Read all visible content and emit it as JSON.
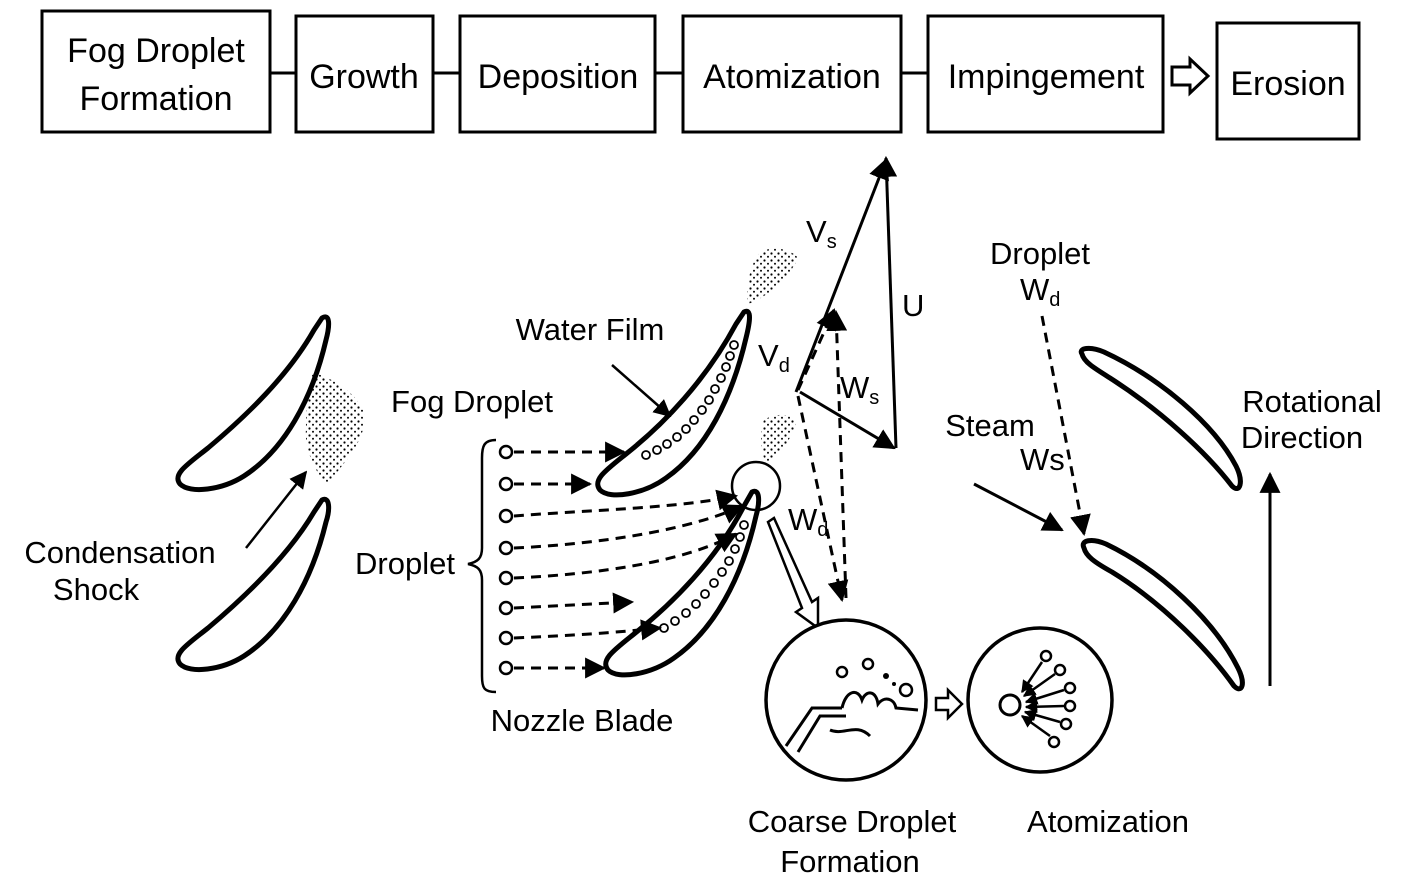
{
  "process_steps": [
    {
      "label_line1": "Fog Droplet",
      "label_line2": "Formation"
    },
    {
      "label_line1": "Growth"
    },
    {
      "label_line1": "Deposition"
    },
    {
      "label_line1": "Atomization"
    },
    {
      "label_line1": "Impingement"
    },
    {
      "label_line1": "Erosion"
    }
  ],
  "labels": {
    "condensation_shock_1": "Condensation",
    "condensation_shock_2": "Shock",
    "fog_droplet": "Fog Droplet",
    "water_film": "Water Film",
    "droplet": "Droplet",
    "nozzle_blade": "Nozzle Blade",
    "coarse_droplet_1": "Coarse Droplet",
    "coarse_droplet_2": "Formation",
    "atomization": "Atomization",
    "droplet_wd_1": "Droplet",
    "steam_ws_1": "Steam",
    "rotational_1": "Rotational",
    "rotational_2": "Direction",
    "u": "U"
  },
  "vectors": {
    "vs": {
      "main": "V",
      "sub": "s"
    },
    "vd": {
      "main": "V",
      "sub": "d"
    },
    "ws": {
      "main": "W",
      "sub": "s"
    },
    "wd": {
      "main": "W",
      "sub": "d"
    },
    "droplet_wd": {
      "main": "W",
      "sub": "d"
    },
    "steam_ws": {
      "main": "Ws",
      "sub": ""
    }
  }
}
